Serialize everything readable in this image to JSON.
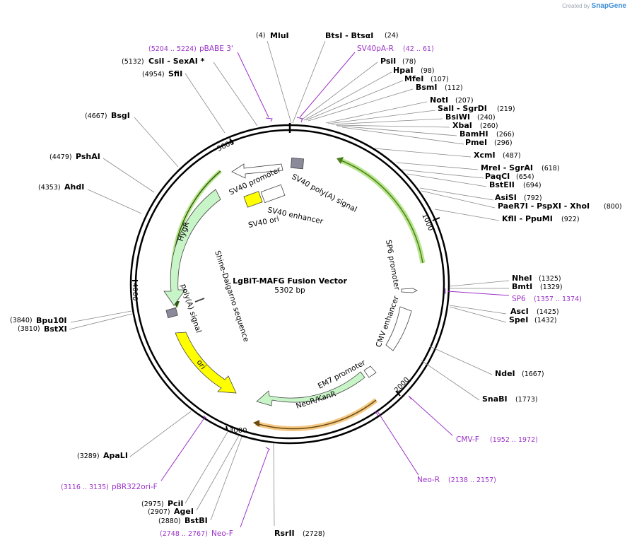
{
  "branding": {
    "created_by": "Created by",
    "product": "SnapGene"
  },
  "plasmid": {
    "name": "LgBiT-MAFG Fusion Vector",
    "length": "5302 bp"
  },
  "ticks": [
    "1000",
    "2000",
    "3000",
    "4000",
    "5000"
  ],
  "sites_right": [
    {
      "pre": "(4)",
      "name": "MluI"
    },
    {
      "name": "BtsI  - BtsαI",
      "pos": "(24)"
    },
    {
      "name": "PsiI",
      "pos": "(78)"
    },
    {
      "name": "HpaI",
      "pos": "(98)"
    },
    {
      "name": "MfeI",
      "pos": "(107)"
    },
    {
      "name": "BsmI",
      "pos": "(112)"
    },
    {
      "name": "NotI",
      "pos": "(207)"
    },
    {
      "name": "SalI  - SgrDI",
      "pos": "(219)"
    },
    {
      "name": "BsiWI",
      "pos": "(240)"
    },
    {
      "name": "XbaI",
      "pos": "(260)"
    },
    {
      "name": "BamHI",
      "pos": "(266)"
    },
    {
      "name": "PmeI",
      "pos": "(296)"
    },
    {
      "name": "XcmI",
      "pos": "(487)"
    },
    {
      "name": "MreI  - SgrAI",
      "pos": "(618)"
    },
    {
      "name": "PaqCI",
      "pos": "(654)"
    },
    {
      "name": "BstEII",
      "pos": "(694)"
    },
    {
      "name": "AsiSI",
      "pos": "(792)"
    },
    {
      "name": "PaeR7I  - PspXI  - XhoI",
      "pos": "(800)"
    },
    {
      "name": "KflI  - PpuMI",
      "pos": "(922)"
    },
    {
      "name": "NheI",
      "pos": "(1325)"
    },
    {
      "name": "BmtI",
      "pos": "(1329)"
    },
    {
      "name": "AscI",
      "pos": "(1425)"
    },
    {
      "name": "SpeI",
      "pos": "(1432)"
    },
    {
      "name": "NdeI",
      "pos": "(1667)"
    },
    {
      "name": "SnaBI",
      "pos": "(1773)"
    },
    {
      "name": "RsrII",
      "pos": "(2728)"
    }
  ],
  "sites_left": [
    {
      "pos": "(5132)",
      "name": "CsiI  - SexAI *"
    },
    {
      "pos": "(4954)",
      "name": "SfiI"
    },
    {
      "pos": "(4667)",
      "name": "BsgI"
    },
    {
      "pos": "(4479)",
      "name": "PshAI"
    },
    {
      "pos": "(4353)",
      "name": "AhdI"
    },
    {
      "pos": "(3840)",
      "name": "Bpu10I"
    },
    {
      "pos": "(3810)",
      "name": "BstXI"
    },
    {
      "pos": "(3289)",
      "name": "ApaLI"
    },
    {
      "pos": "(2975)",
      "name": "PciI"
    },
    {
      "pos": "(2907)",
      "name": "AgeI"
    },
    {
      "pos": "(2880)",
      "name": "BstBI"
    }
  ],
  "primers": [
    {
      "name": "SV40pA-R",
      "range": "(42 .. 61)"
    },
    {
      "name": "pBABE 3'",
      "range": "(5204 .. 5224)"
    },
    {
      "name": "SP6",
      "range": "(1357 .. 1374)"
    },
    {
      "name": "CMV-F",
      "range": "(1952 .. 1972)"
    },
    {
      "name": "Neo-R",
      "range": "(2138 .. 2157)"
    },
    {
      "name": "pBR322ori-F",
      "range": "(3116 .. 3135)"
    },
    {
      "name": "Neo-F",
      "range": "(2748 .. 2767)"
    }
  ],
  "features": [
    "SV40 promoter",
    "SV40 poly(A) signal",
    "SV40 enhancer",
    "SV40 ori",
    "HygR",
    "SP6 promoter",
    "Shine-Dalgarno sequence",
    "poly(A) signal",
    "CMV enhancer",
    "EM7 promoter",
    "NeoR/KanR",
    "ori"
  ],
  "colors": {
    "primer": "#9b30c8",
    "resistance": "#c8f5c8",
    "ori": "#ffff00",
    "orf_green": "#7cc242",
    "orf_orange": "#f0a030",
    "tag": "#8a8a8a"
  }
}
